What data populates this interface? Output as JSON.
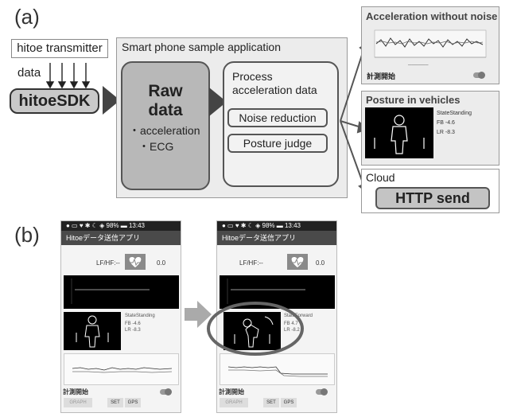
{
  "panel_a": {
    "label": "(a)",
    "transmitter": "hitoe transmitter",
    "data_label": "data",
    "sdk": "hitoeSDK",
    "app_title": "Smart phone sample application",
    "raw_title_1": "Raw",
    "raw_title_2": "data",
    "raw_item_1": "・acceleration",
    "raw_item_2": "・ECG",
    "process_title_1": "Process",
    "process_title_2": "acceleration data",
    "noise_reduction": "Noise reduction",
    "posture_judge": "Posture judge",
    "acc_title": "Acceleration without noise",
    "acc_start": "計測開始",
    "posture_title": "Posture in vehicles",
    "posture_state": "StateStanding",
    "posture_fb": "FB  -4.6",
    "posture_lr": "LR  -8.3",
    "cloud": "Cloud",
    "http": "HTTP send"
  },
  "panel_b": {
    "label": "(b)",
    "phone_left": {
      "status": "● ▭          ♥ ✱ ☾ ◈ 98% ▬ 13:43",
      "app_title": "Hitoeデータ送信アプリ",
      "lfhf_label": "LF/HF:--",
      "lfhf_value": "0.0",
      "state": "StateStanding",
      "fb": "FB   -4.6",
      "lr": "LR   -8.3",
      "start": "計測開始",
      "graph_btn": "GRAPH",
      "set_btn": "SET",
      "gps_btn": "GPS"
    },
    "phone_right": {
      "status": "● ▭          ♥ ✱ ☾ ◈ 98% ▬ 13:43",
      "app_title": "Hitoeデータ送信アプリ",
      "lfhf_label": "LF/HF:--",
      "lfhf_value": "0.0",
      "state": "StateForward",
      "fb": "FB   4.7",
      "lr": "LR   -8.2",
      "start": "計測開始",
      "graph_btn": "GRAPH",
      "set_btn": "SET",
      "gps_btn": "GPS"
    }
  }
}
